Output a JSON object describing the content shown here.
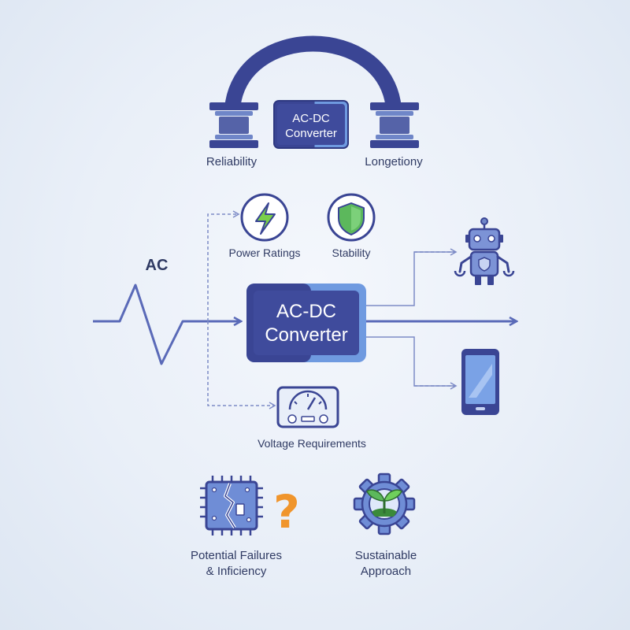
{
  "top": {
    "box_line1": "AC-DC",
    "box_line2": "Converter",
    "left_label": "Reliability",
    "right_label": "Longetiony"
  },
  "main": {
    "input_label": "AC",
    "box_line1": "AC-DC",
    "box_line2": "Converter"
  },
  "factors": {
    "power": "Power Ratings",
    "stability": "Stability",
    "voltage": "Voltage Requirements"
  },
  "bottom": {
    "failures_line1": "Potential Failures",
    "failures_line2": "& Inficiency",
    "question_mark": "?",
    "sustainable_line1": "Sustainable",
    "sustainable_line2": "Approach"
  },
  "colors": {
    "navy": "#3a4594",
    "accent_blue": "#6f9ae0",
    "green": "#5cb85c",
    "orange": "#f0952c",
    "text": "#2f3a63"
  },
  "icons": {
    "arch": "arch-bridge-icon",
    "bolt": "lightning-bolt-icon",
    "shield": "shield-icon",
    "gauge": "voltage-gauge-icon",
    "robot": "robot-icon",
    "phone": "smartphone-icon",
    "chip": "broken-chip-icon",
    "gear": "gear-plant-icon"
  }
}
